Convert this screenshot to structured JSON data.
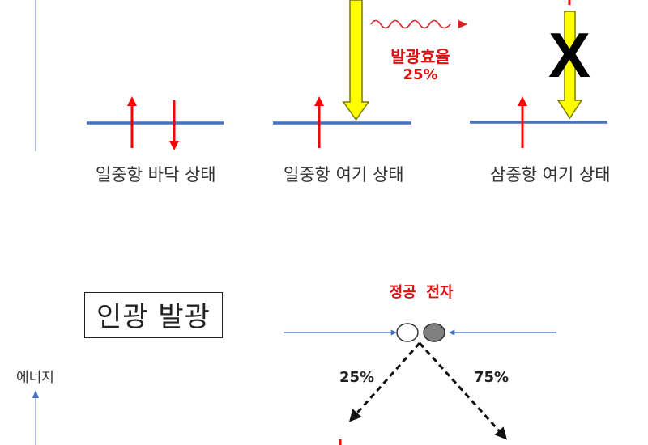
{
  "top_diagram": {
    "states": [
      {
        "label": "일중항 바닥 상태"
      },
      {
        "label": "일중항 여기 상태"
      },
      {
        "label": "삼중항 여기 상태"
      }
    ],
    "emission_label": "발광효율",
    "emission_percent": "25%",
    "forbidden_mark": "X"
  },
  "bottom_diagram": {
    "title": "인광 발광",
    "carriers_label": "정공  전자",
    "energy_axis_label": "에너지",
    "left_branch_percent": "25%",
    "right_branch_percent": "75%"
  },
  "colors": {
    "level_line": "#4472c4",
    "spin_arrow": "#ff0000",
    "excitation_arrow_fill": "#ffff00",
    "excitation_arrow_stroke": "#7a7a00",
    "emission_wave": "#e02020",
    "label_red": "#e01010",
    "hole_fill": "#ffffff",
    "electron_fill": "#808080",
    "axis_line": "#8faadc"
  }
}
